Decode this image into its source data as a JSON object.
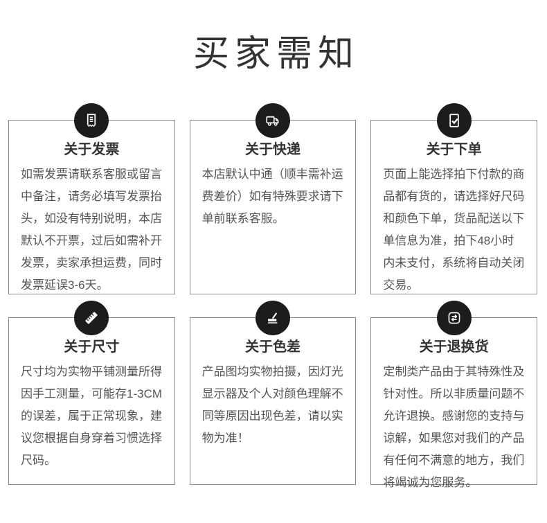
{
  "page": {
    "title": "买家需知",
    "background": "#ffffff"
  },
  "colors": {
    "icon_background": "#1c1c1c",
    "card_border": "#888888",
    "title_text": "#333333",
    "card_title_text": "#333333",
    "body_text": "#555555"
  },
  "cards": [
    {
      "icon": "receipt-icon",
      "title": "关于发票",
      "body": "如需发票请联系客服或留言中备注，请务必填写发票抬头，如没有特别说明，本店默认不开票，过后如需补开发票，卖家承担运费，同时发票延误3-6天。"
    },
    {
      "icon": "truck-icon",
      "title": "关于快递",
      "body": "本店默认中通（顺丰需补运费差价）如有特殊要求请下单前联系客服。"
    },
    {
      "icon": "order-check-icon",
      "title": "关于下单",
      "body": "页面上能选择拍下付款的商品都有货的，请选择好尺码和颜色下单，货品配送以下单信息为准，拍下48小时内未支付，系统将自动关闭交易。"
    },
    {
      "icon": "ruler-icon",
      "title": "关于尺寸",
      "body": "尺寸均为实物平铺测量所得因手工测量，可能存1-3CM的误差，属于正常现象，建议您根据自身穿着习惯选择尺码。"
    },
    {
      "icon": "pen-swatch-icon",
      "title": "关于色差",
      "body": "产品图均实物拍摄，因灯光显示器及个人对颜色理解不同等原因出现色差，请以实物为准！"
    },
    {
      "icon": "exchange-arrows-icon",
      "title": "关于退换货",
      "body": "定制类产品由于其特殊性及针对性。所以非质量问题不允许退换。感谢您的支持与谅解，如果您对我们的产品有任何不满意的地方，我们将竭诚为您服务。"
    }
  ]
}
